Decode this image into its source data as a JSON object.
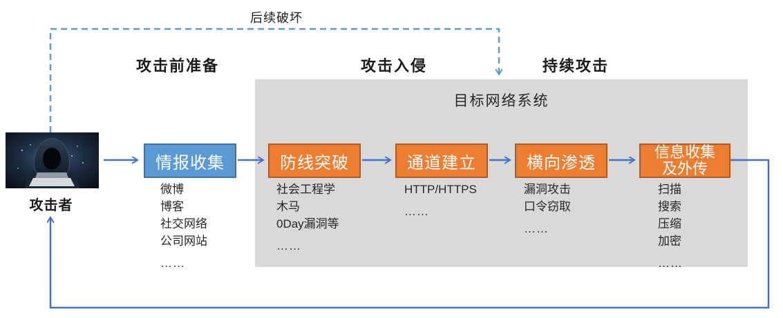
{
  "diagram": {
    "attacker": {
      "label": "攻击者"
    },
    "top_loop_label": "后续破坏",
    "target_panel_title": "目标网络系统",
    "phases": [
      {
        "label": "攻击前准备"
      },
      {
        "label": "攻击入侵"
      },
      {
        "label": "持续攻击"
      }
    ],
    "stages": [
      {
        "label": "情报收集",
        "color": "blue",
        "items": [
          "微博",
          "博客",
          "社交网络",
          "公司网站",
          "……"
        ]
      },
      {
        "label": "防线突破",
        "color": "orange",
        "items": [
          "社会工程学",
          "木马",
          "0Day漏洞等",
          "……"
        ]
      },
      {
        "label": "通道建立",
        "color": "orange",
        "items": [
          "HTTP/HTTPS",
          "……"
        ]
      },
      {
        "label": "横向渗透",
        "color": "orange",
        "items": [
          "漏洞攻击",
          "口令窃取",
          "……"
        ]
      },
      {
        "label": "信息收集\n及外传",
        "color": "orange",
        "items": [
          "扫描",
          "搜索",
          "压缩",
          "加密",
          "……"
        ]
      }
    ],
    "colors": {
      "stage_blue_fill": "#5b9bd5",
      "stage_blue_border": "#41719c",
      "stage_orange_fill": "#ed7d31",
      "stage_orange_border": "#ae5a21",
      "panel_gray": "#d9d9d9",
      "solid_arrow_blue": "#4472c4",
      "dashed_arrow_blue": "#5b9bd5",
      "text_dark": "#262626"
    }
  }
}
